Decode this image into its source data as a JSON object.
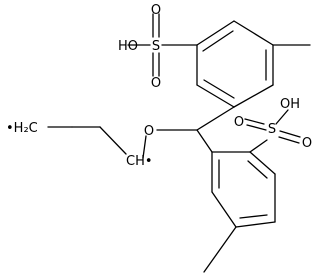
{
  "diagram": {
    "labels": {
      "hydroxyl_a": "HO",
      "sulfur_a": "S",
      "oxo_a1": "O",
      "oxo_a2": "O",
      "hydroxyl_b": "OH",
      "sulfur_b": "S",
      "oxo_b1": "O",
      "oxo_b2": "O",
      "ether_oxygen": "O",
      "radical_ch2": "•H₂C",
      "radical_ch": "CH•"
    },
    "colors": {
      "bond": "#000000",
      "background": "#ffffff"
    }
  }
}
